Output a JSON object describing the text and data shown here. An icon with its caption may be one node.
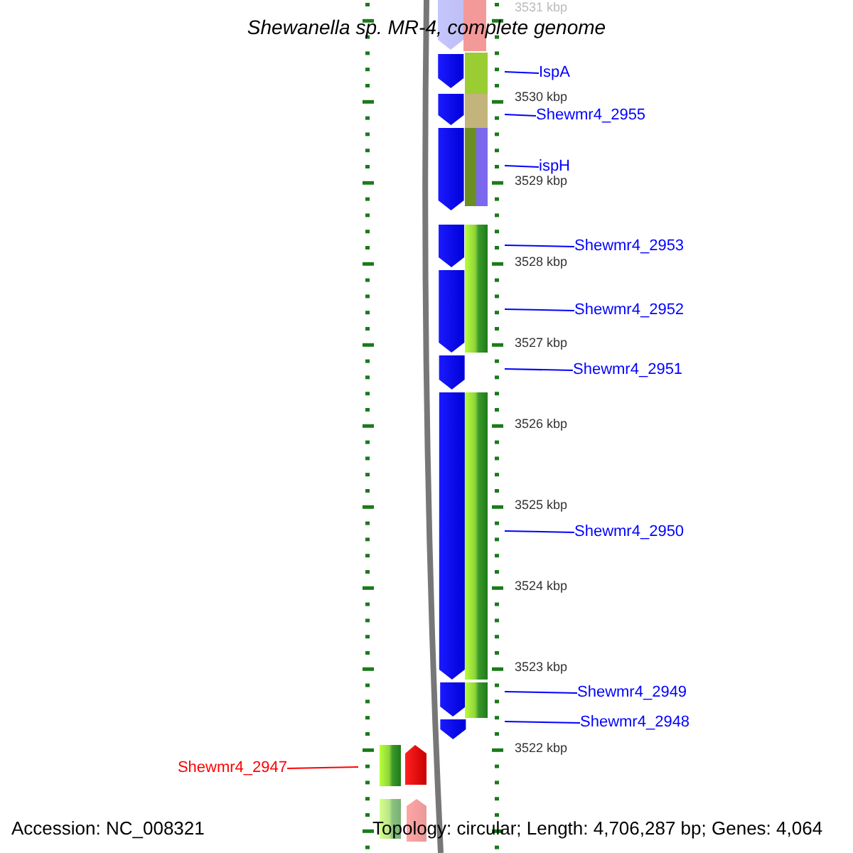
{
  "diagram": {
    "title": "Shewanella sp. MR-4, complete genome",
    "nodes": [
      {
        "text": [
          "IspA"
        ]
      },
      {
        "text": [
          "Shewmr4_2955"
        ]
      },
      {
        "text": [
          "ispH"
        ]
      },
      {
        "text": [
          "Shewmr4_2953"
        ]
      },
      {
        "text": [
          "Shewmr4_2952"
        ]
      },
      {
        "text": [
          "Shewmr4_2951"
        ]
      },
      {
        "text": [
          "Shewmr4_2950"
        ]
      },
      {
        "text": [
          "Shewmr4_2949"
        ]
      },
      {
        "text": [
          "Shewmr4_2948"
        ]
      },
      {
        "text": [
          "Shewmr4_2947"
        ]
      }
    ],
    "edges": [
      {
        "from": 0,
        "to": null,
        "arrow": "none"
      },
      {
        "from": 1,
        "to": null,
        "arrow": "none"
      },
      {
        "from": 2,
        "to": null,
        "arrow": "none"
      },
      {
        "from": 3,
        "to": null,
        "arrow": "none"
      },
      {
        "from": 4,
        "to": null,
        "arrow": "none"
      },
      {
        "from": 5,
        "to": null,
        "arrow": "none"
      },
      {
        "from": 6,
        "to": null,
        "arrow": "none"
      },
      {
        "from": 7,
        "to": null,
        "arrow": "none"
      },
      {
        "from": 8,
        "to": null,
        "arrow": "none"
      },
      {
        "from": 9,
        "to": null,
        "arrow": "none",
        "color": "#ff0000"
      }
    ],
    "labels": [
      "3531 kbp",
      "3530 kbp",
      "3529 kbp",
      "3528 kbp",
      "3527 kbp",
      "3526 kbp",
      "3525 kbp",
      "3524 kbp",
      "3523 kbp",
      "3522 kbp",
      "Accession: NC_008321",
      "Topology: circular; Length: 4,706,287 bp; Genes: 4,064"
    ]
  }
}
